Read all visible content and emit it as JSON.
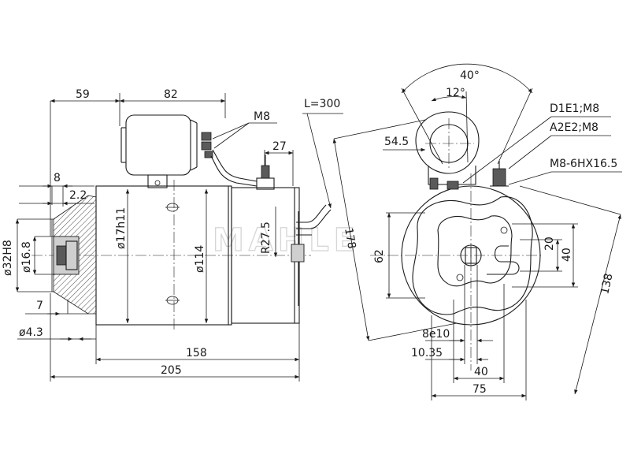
{
  "watermark": "MAHLE",
  "side_view": {
    "dims": {
      "d59": "59",
      "d82": "82",
      "m8_top": "M8",
      "d27": "27",
      "d8": "8",
      "d22": "2.2",
      "d32h8": "ø32H8",
      "d168": "ø16.8",
      "d17h11": "ø17h11",
      "d114": "ø114",
      "r275": "R27.5",
      "d7": "7",
      "d43": "ø4.3",
      "d158": "158",
      "d205": "205",
      "l300": "L=300"
    }
  },
  "end_view": {
    "dims": {
      "a40": "40°",
      "a12": "12°",
      "d545": "54.5",
      "d1e1": "D1E1;M8",
      "a2e2": "A2E2;M8",
      "m8hx": "M8-6HX16.5",
      "d178": "178",
      "d62": "62",
      "d20": "20",
      "d40v": "40",
      "d138": "138",
      "d8e10": "8e10",
      "d1035": "10.35",
      "d40h": "40",
      "d75": "75"
    }
  }
}
